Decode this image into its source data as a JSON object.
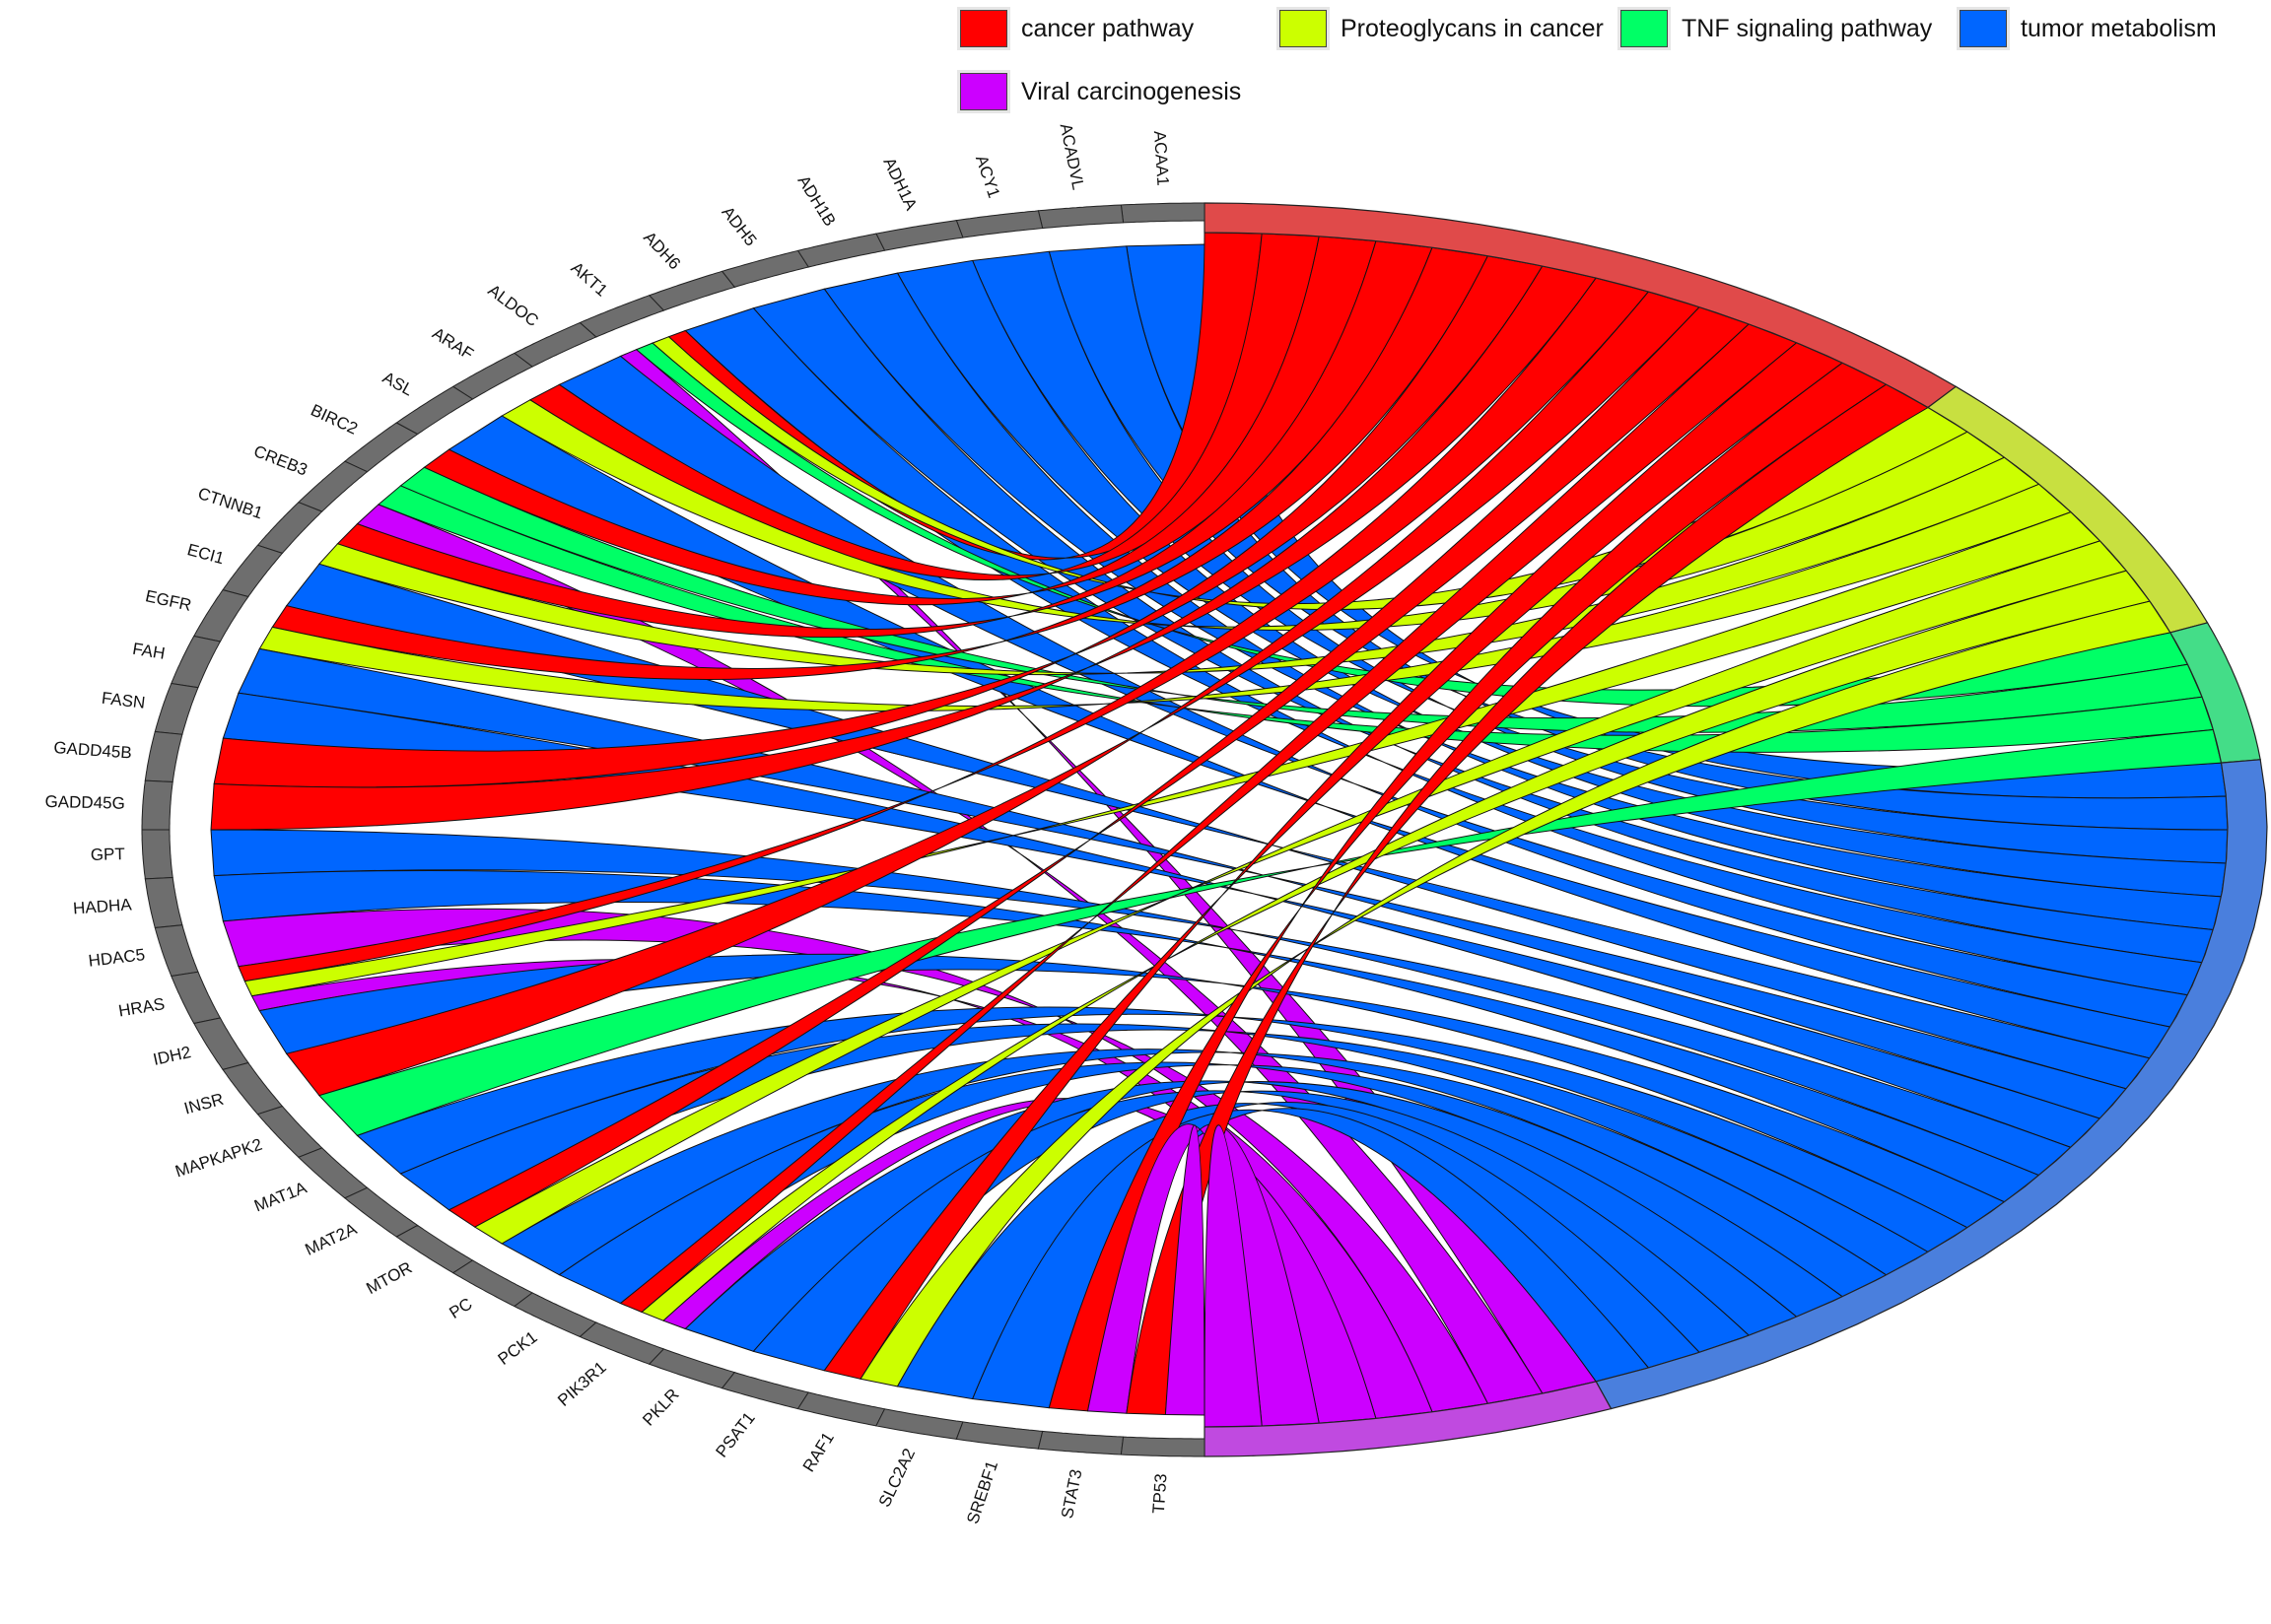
{
  "legend": [
    {
      "label": "cancer pathway",
      "color": "#ff0000"
    },
    {
      "label": "Proteoglycans in cancer",
      "color": "#ccff00"
    },
    {
      "label": "TNF signaling pathway",
      "color": "#00ff66"
    },
    {
      "label": "tumor metabolism",
      "color": "#0066ff"
    },
    {
      "label": "Viral carcinogenesis",
      "color": "#cc00ff"
    }
  ],
  "genes": [
    "ACAA1",
    "ACADVL",
    "ACY1",
    "ADH1A",
    "ADH1B",
    "ADH5",
    "ADH6",
    "AKT1",
    "ALDOC",
    "ARAF",
    "ASL",
    "BIRC2",
    "CREB3",
    "CTNNB1",
    "ECI1",
    "EGFR",
    "FAH",
    "FASN",
    "GADD45B",
    "GADD45G",
    "GPT",
    "HADHA",
    "HDAC5",
    "HRAS",
    "IDH2",
    "INSR",
    "MAPKAPK2",
    "MAT1A",
    "MAT2A",
    "MTOR",
    "PC",
    "PCK1",
    "PIK3R1",
    "PKLR",
    "PSAT1",
    "RAF1",
    "SLC2A2",
    "SREBF1",
    "STAT3",
    "TP53"
  ],
  "gene_links": {
    "ACAA1": [
      "tumor metabolism"
    ],
    "ACADVL": [
      "tumor metabolism"
    ],
    "ACY1": [
      "tumor metabolism"
    ],
    "ADH1A": [
      "tumor metabolism"
    ],
    "ADH1B": [
      "tumor metabolism"
    ],
    "ADH5": [
      "tumor metabolism"
    ],
    "ADH6": [
      "tumor metabolism"
    ],
    "AKT1": [
      "cancer pathway",
      "Proteoglycans in cancer",
      "TNF signaling pathway",
      "Viral carcinogenesis"
    ],
    "ALDOC": [
      "tumor metabolism"
    ],
    "ARAF": [
      "cancer pathway",
      "Proteoglycans in cancer"
    ],
    "ASL": [
      "tumor metabolism"
    ],
    "BIRC2": [
      "cancer pathway",
      "TNF signaling pathway"
    ],
    "CREB3": [
      "TNF signaling pathway",
      "Viral carcinogenesis"
    ],
    "CTNNB1": [
      "cancer pathway",
      "Proteoglycans in cancer"
    ],
    "ECI1": [
      "tumor metabolism"
    ],
    "EGFR": [
      "cancer pathway",
      "Proteoglycans in cancer"
    ],
    "FAH": [
      "tumor metabolism"
    ],
    "FASN": [
      "tumor metabolism"
    ],
    "GADD45B": [
      "cancer pathway"
    ],
    "GADD45G": [
      "cancer pathway"
    ],
    "GPT": [
      "tumor metabolism"
    ],
    "HADHA": [
      "tumor metabolism"
    ],
    "HDAC5": [
      "Viral carcinogenesis"
    ],
    "HRAS": [
      "cancer pathway",
      "Proteoglycans in cancer",
      "Viral carcinogenesis"
    ],
    "IDH2": [
      "tumor metabolism"
    ],
    "INSR": [
      "cancer pathway"
    ],
    "MAPKAPK2": [
      "TNF signaling pathway"
    ],
    "MAT1A": [
      "tumor metabolism"
    ],
    "MAT2A": [
      "tumor metabolism"
    ],
    "MTOR": [
      "cancer pathway",
      "Proteoglycans in cancer"
    ],
    "PC": [
      "tumor metabolism"
    ],
    "PCK1": [
      "tumor metabolism"
    ],
    "PIK3R1": [
      "cancer pathway",
      "Proteoglycans in cancer",
      "Viral carcinogenesis"
    ],
    "PKLR": [
      "tumor metabolism"
    ],
    "PSAT1": [
      "tumor metabolism"
    ],
    "RAF1": [
      "cancer pathway",
      "Proteoglycans in cancer"
    ],
    "SLC2A2": [
      "tumor metabolism"
    ],
    "SREBF1": [
      "tumor metabolism"
    ],
    "STAT3": [
      "cancer pathway",
      "Viral carcinogenesis"
    ],
    "TP53": [
      "cancer pathway",
      "Viral carcinogenesis"
    ]
  },
  "pathway_order": [
    "cancer pathway",
    "Proteoglycans in cancer",
    "TNF signaling pathway",
    "tumor metabolism",
    "Viral carcinogenesis"
  ],
  "pathway_arc_colors": {
    "cancer pathway": "#e04a4a",
    "Proteoglycans in cancer": "#c8e040",
    "TNF signaling pathway": "#44dd88",
    "tumor metabolism": "#4a7fdd",
    "Viral carcinogenesis": "#c04ae0"
  },
  "gene_segment_color": "#6e6e6e"
}
